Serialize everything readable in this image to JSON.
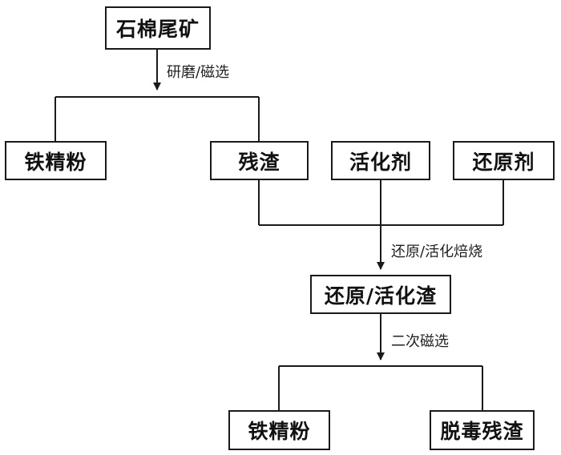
{
  "nodes": {
    "tailings": "石棉尾矿",
    "iron_concentrate_1": "铁精粉",
    "residue": "残渣",
    "activator": "活化剂",
    "reductant": "还原剂",
    "reduced_activated_slag": "还原/活化渣",
    "iron_concentrate_2": "铁精粉",
    "detoxified_residue": "脱毒残渣"
  },
  "edge_labels": {
    "grinding_magnetic_separation": "研磨/磁选",
    "reduction_activation_roasting": "还原/活化焙烧",
    "secondary_magnetic_separation": "二次磁选"
  }
}
